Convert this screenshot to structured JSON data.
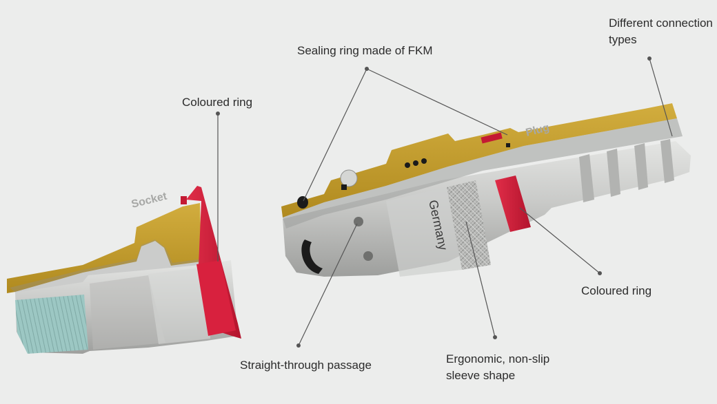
{
  "labels": {
    "socket": "Socket",
    "plug": "Plug",
    "engraving": "Germany"
  },
  "callouts": {
    "different_connection_types": [
      "Different connection",
      "types"
    ],
    "sealing_ring": "Sealing ring made of FKM",
    "coloured_ring_socket": "Coloured ring",
    "coloured_ring_plug": "Coloured ring",
    "straight_through": "Straight-through passage",
    "ergonomic_sleeve": [
      "Ergonomic, non-slip",
      "sleeve shape"
    ]
  },
  "colors": {
    "background": "#ecedec",
    "brass_section": "#c19b2c",
    "steel": "#c7c8c6",
    "coloured_ring": "#cf1f3a",
    "thread": "#9cc7c3",
    "seal": "#1b1b1b",
    "leader_line": "#555555"
  }
}
